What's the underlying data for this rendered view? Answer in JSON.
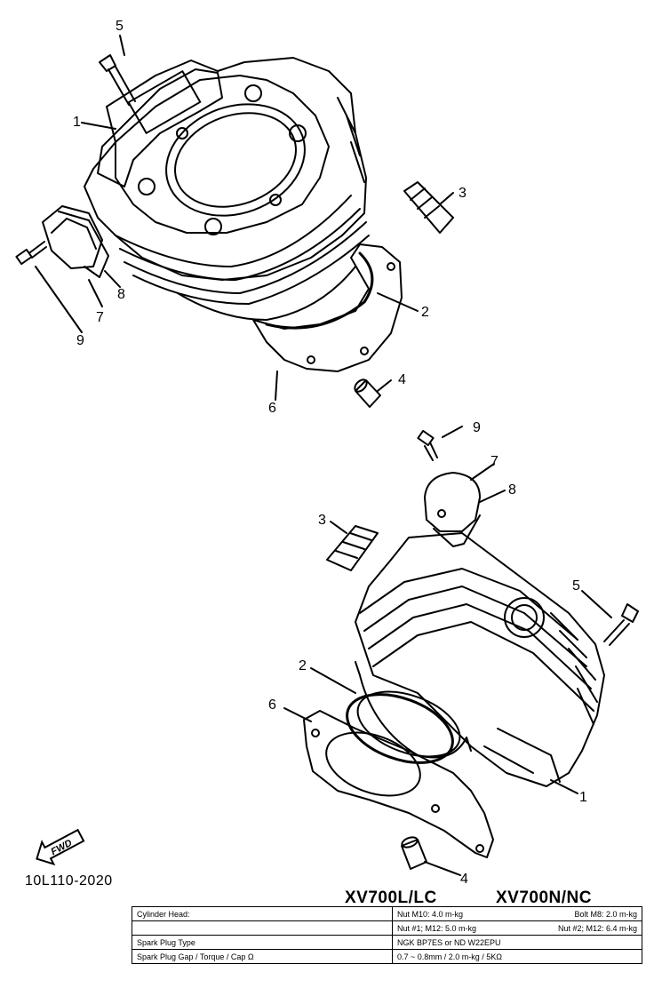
{
  "callouts": {
    "top": {
      "c1": "1",
      "c2": "2",
      "c3": "3",
      "c4": "4",
      "c5": "5",
      "c6": "6",
      "c7": "7",
      "c8": "8",
      "c9": "9"
    },
    "bottom": {
      "c1": "1",
      "c2": "2",
      "c3": "3",
      "c4": "4",
      "c5": "5",
      "c6": "6",
      "c7": "7",
      "c8": "8",
      "c9": "9"
    }
  },
  "fwd_label": "FWD",
  "part_code": "10L110-2020",
  "models": {
    "left": "XV700L/LC",
    "right": "XV700N/NC"
  },
  "spec_table": {
    "row1": {
      "label": "Cylinder Head:",
      "nut_m10": "Nut M10: 4.0 m-kg",
      "bolt_m8": "Bolt M8: 2.0 m-kg"
    },
    "row2": {
      "label": "",
      "nut1": "Nut #1; M12: 5.0 m-kg",
      "nut2": "Nut #2; M12: 6.4 m-kg"
    },
    "row3": {
      "label": "Spark Plug Type",
      "value": "NGK BP7ES or ND W22EPU"
    },
    "row4": {
      "label": "Spark Plug Gap / Torque / Cap Ω",
      "value": "0.7 ~ 0.8mm / 2.0 m-kg / 5KΩ"
    }
  }
}
